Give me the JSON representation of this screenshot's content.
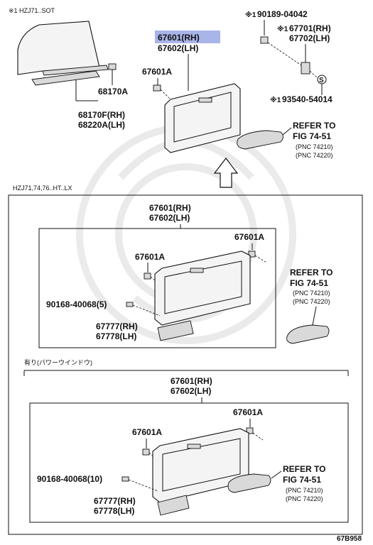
{
  "sections": {
    "top_variant": "※1 HZJ71..SOT",
    "middle_variant": "HZJ71,74,76..HT..LX",
    "bottom_variant": "有り(パワーウインドウ)"
  },
  "labels": {
    "main_rh": "67601(RH)",
    "main_lh": "67602(LH)",
    "clip": "67601A",
    "glass_channel": "68170A",
    "run_rh": "68170F(RH)",
    "run_lh": "68220A(LH)",
    "top_bolt": "90189-04042",
    "top_bolt_mark": "※1",
    "handle_bracket_rh": "67701(RH)",
    "handle_bracket_lh": "67702(LH)",
    "handle_bracket_mark": "※1",
    "top_screw": "93540-54014",
    "top_screw_mark": "※1",
    "screw_mid": "90168-40068(5)",
    "screw_bottom": "90168-40068(10)",
    "pocket_rh": "67777(RH)",
    "pocket_lh": "67778(LH)",
    "refer_to": "REFER TO",
    "refer_fig": "FIG 74-51",
    "pnc_1": "(PNC 74210)",
    "pnc_2": "(PNC 74220)",
    "s_mark": "S",
    "diagram_id": "67B958"
  },
  "colors": {
    "highlight": "#a9b4e8",
    "line": "#111111",
    "watermark": "#e6e6e6"
  }
}
